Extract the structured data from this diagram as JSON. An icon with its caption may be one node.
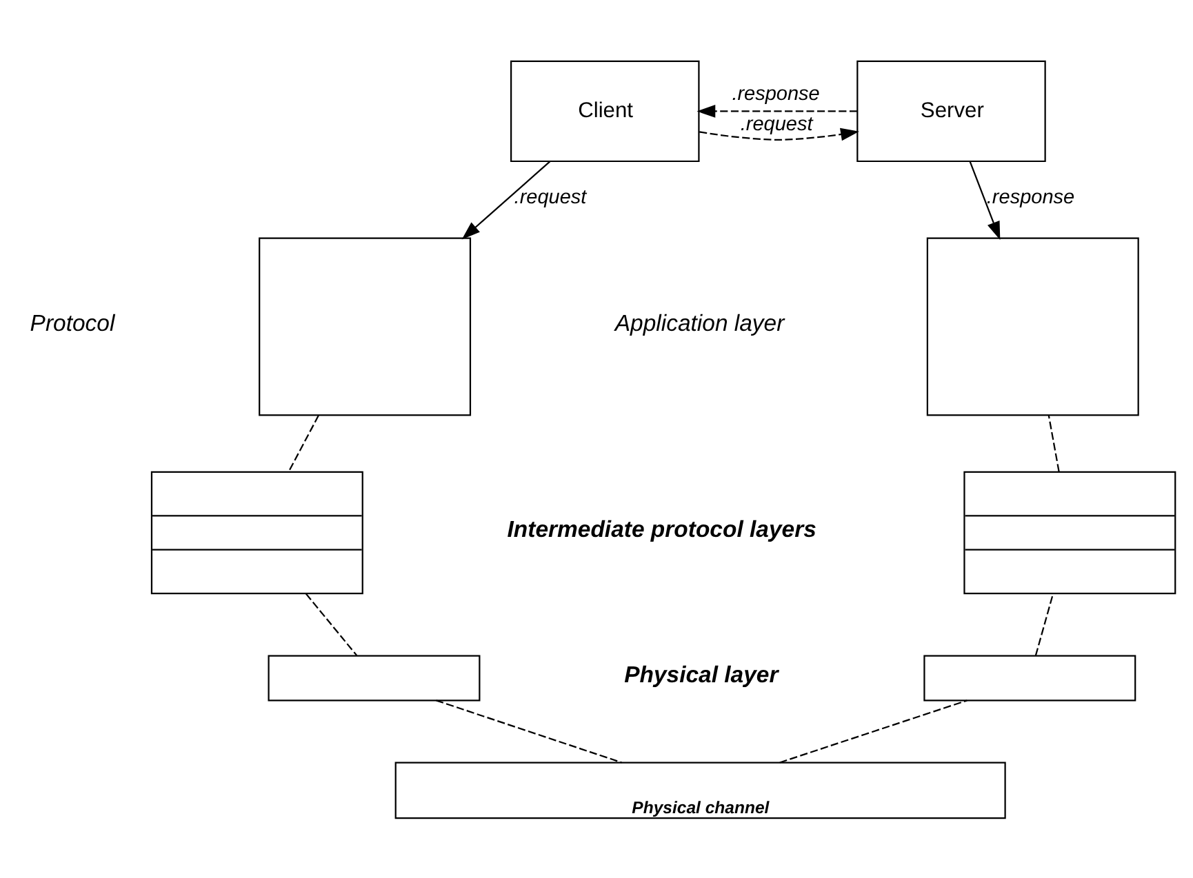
{
  "diagram": {
    "nodes": [
      {
        "text": [
          "Client"
        ]
      },
      {
        "text": [
          "Server"
        ]
      },
      {
        "text": [],
        "shape": "box"
      },
      {
        "text": [],
        "shape": "box"
      },
      {
        "text": [],
        "shape": "box"
      },
      {
        "text": [],
        "shape": "box"
      },
      {
        "text": [],
        "shape": "box"
      },
      {
        "text": [],
        "shape": "box"
      },
      {
        "text": [
          "Physical channel"
        ]
      }
    ],
    "edges": [
      {
        "from": 0,
        "to": 1,
        "arrow": "to",
        "style": "dashed",
        "label": ".request"
      },
      {
        "from": 1,
        "to": 0,
        "arrow": "to",
        "style": "dashed",
        "label": ".response"
      },
      {
        "from": 0,
        "to": 2,
        "arrow": "to",
        "label": ".request"
      },
      {
        "from": 1,
        "to": 5,
        "arrow": "to",
        "label": ".response"
      },
      {
        "from": 2,
        "to": 3,
        "arrow": "none",
        "style": "dashed"
      },
      {
        "from": 3,
        "to": 4,
        "arrow": "none",
        "style": "dashed"
      },
      {
        "from": 4,
        "to": 8,
        "arrow": "none",
        "style": "dashed"
      },
      {
        "from": 8,
        "to": 7,
        "arrow": "none",
        "style": "dashed"
      },
      {
        "from": 7,
        "to": 6,
        "arrow": "none",
        "style": "dashed"
      },
      {
        "from": 6,
        "to": 5,
        "arrow": "none",
        "style": "dashed"
      }
    ],
    "labels": [
      "Application layer",
      "Intermediate protocol layers",
      "Physical layer",
      "Protocol"
    ]
  }
}
